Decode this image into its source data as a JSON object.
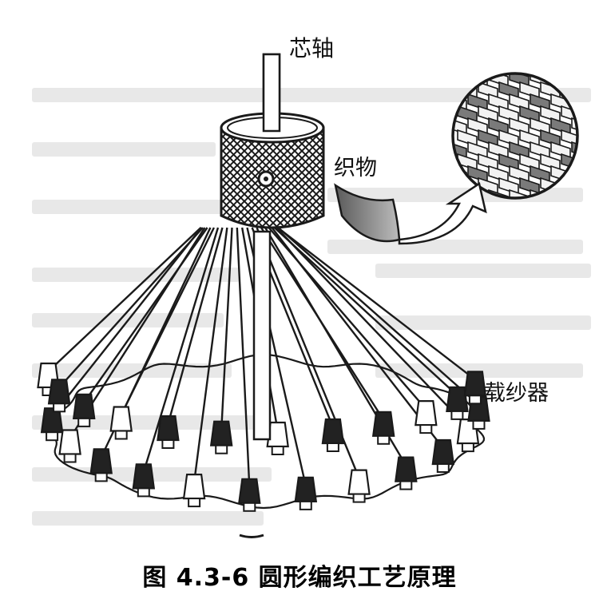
{
  "labels": {
    "core_shaft": "芯轴",
    "fabric": "织物",
    "carrier": "载纱器"
  },
  "caption": "图 4.3-6    圆形编织工艺原理",
  "colors": {
    "ink": "#1a1a1a",
    "background_text": "#d9d9d9",
    "carrier_dark": "#222222",
    "carrier_light": "#ffffff",
    "fabric_dark": "#7a7a7a",
    "fabric_light": "#f2f2f2"
  }
}
